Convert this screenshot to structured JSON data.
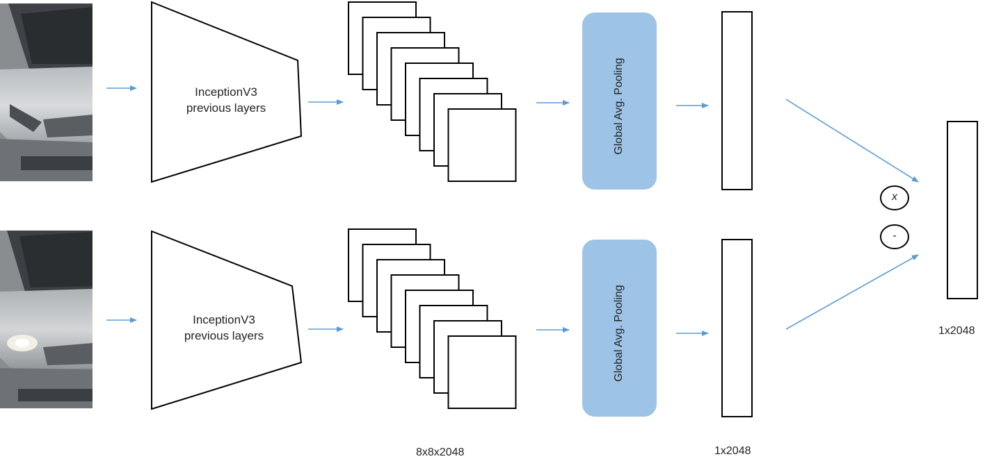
{
  "colors": {
    "arrow": "#5b9bd5",
    "pooling_fill": "#9dc3e6",
    "stroke": "#000000"
  },
  "branches": [
    {
      "model_label_line1": "InceptionV3",
      "model_label_line2": "previous layers",
      "pooling_label": "Global Avg. Pooling"
    },
    {
      "model_label_line1": "InceptionV3",
      "model_label_line2": "previous layers",
      "pooling_label": "Global Avg. Pooling"
    }
  ],
  "labels": {
    "feature_map_dim": "8x8x2048",
    "vector_dim": "1x2048",
    "output_dim": "1x2048"
  },
  "operators": {
    "multiply": "x",
    "subtract": "-"
  }
}
